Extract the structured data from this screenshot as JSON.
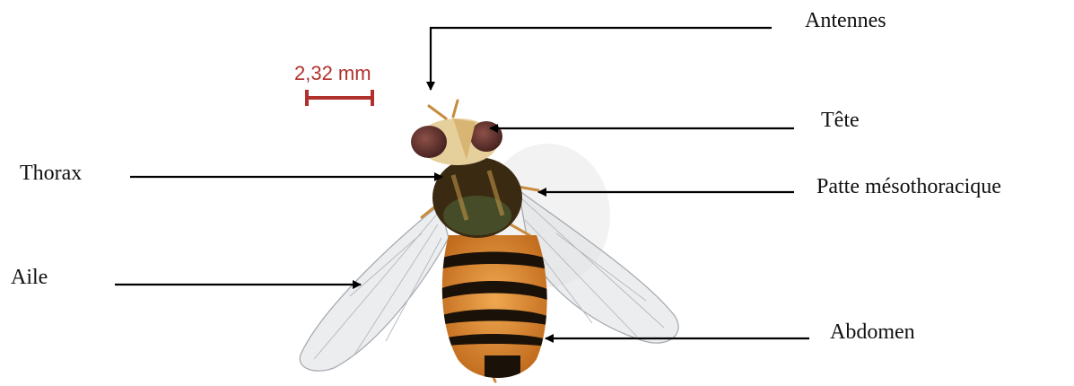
{
  "scale_bar": {
    "text": "2,32 mm",
    "color": "#b0312c"
  },
  "labels": {
    "antennes": "Antennes",
    "tete": "Tête",
    "thorax": "Thorax",
    "patte": "Patte mésothoracique",
    "aile": "Aile",
    "abdomen": "Abdomen"
  },
  "colors": {
    "abdomen_orange": "#d9862e",
    "abdomen_band": "#1a1208",
    "thorax": "#3a2a12",
    "eyes": "#6b3b33",
    "wing": "#c9ccd0",
    "pointer": "#000000"
  }
}
